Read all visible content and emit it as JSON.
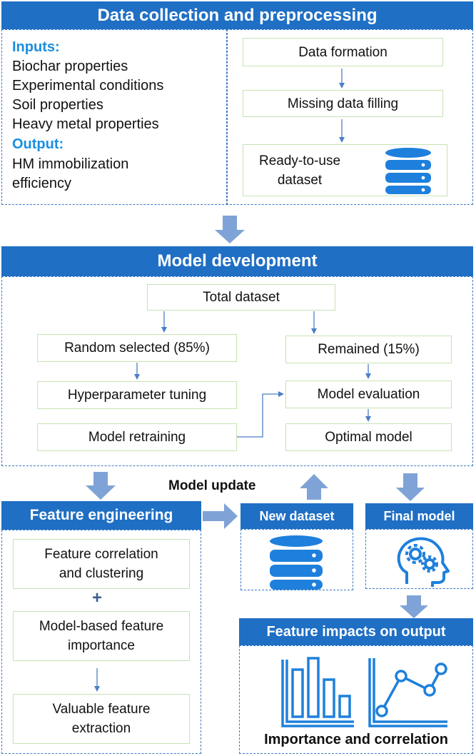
{
  "section1": {
    "title": "Data collection and preprocessing",
    "inputs_label": "Inputs:",
    "inputs": [
      "Biochar properties",
      "Experimental conditions",
      "Soil properties",
      "Heavy metal properties"
    ],
    "output_label": "Output:",
    "output_lines": [
      "HM immobilization",
      "efficiency"
    ],
    "steps": [
      "Data formation",
      "Missing data filling"
    ],
    "dataset_lines": [
      "Ready-to-use",
      "dataset"
    ]
  },
  "section2": {
    "title": "Model development",
    "total": "Total dataset",
    "random": "Random selected (85%)",
    "remained": "Remained (15%)",
    "tuning": "Hyperparameter tuning",
    "evaluation": "Model evaluation",
    "retraining": "Model retraining",
    "optimal": "Optimal model"
  },
  "model_update": "Model update",
  "feature_engineering": {
    "title": "Feature engineering",
    "box1_lines": [
      "Feature correlation",
      "and clustering"
    ],
    "plus": "+",
    "box2_lines": [
      "Model-based feature",
      "importance"
    ],
    "box3_lines": [
      "Valuable feature",
      "extraction"
    ]
  },
  "new_dataset": {
    "title": "New dataset"
  },
  "final_model": {
    "title": "Final model"
  },
  "impacts": {
    "title": "Feature impacts on output",
    "caption": "Importance and correlation"
  },
  "colors": {
    "header": "#1f6fc4",
    "accent": "#1a8ee0",
    "box_border": "#c7e3b2",
    "arrow": "#7fa3d6",
    "dashed": "#3b78c4"
  },
  "icons": [
    "database-icon",
    "head-gears-icon",
    "bar-chart-icon",
    "line-chart-icon"
  ]
}
